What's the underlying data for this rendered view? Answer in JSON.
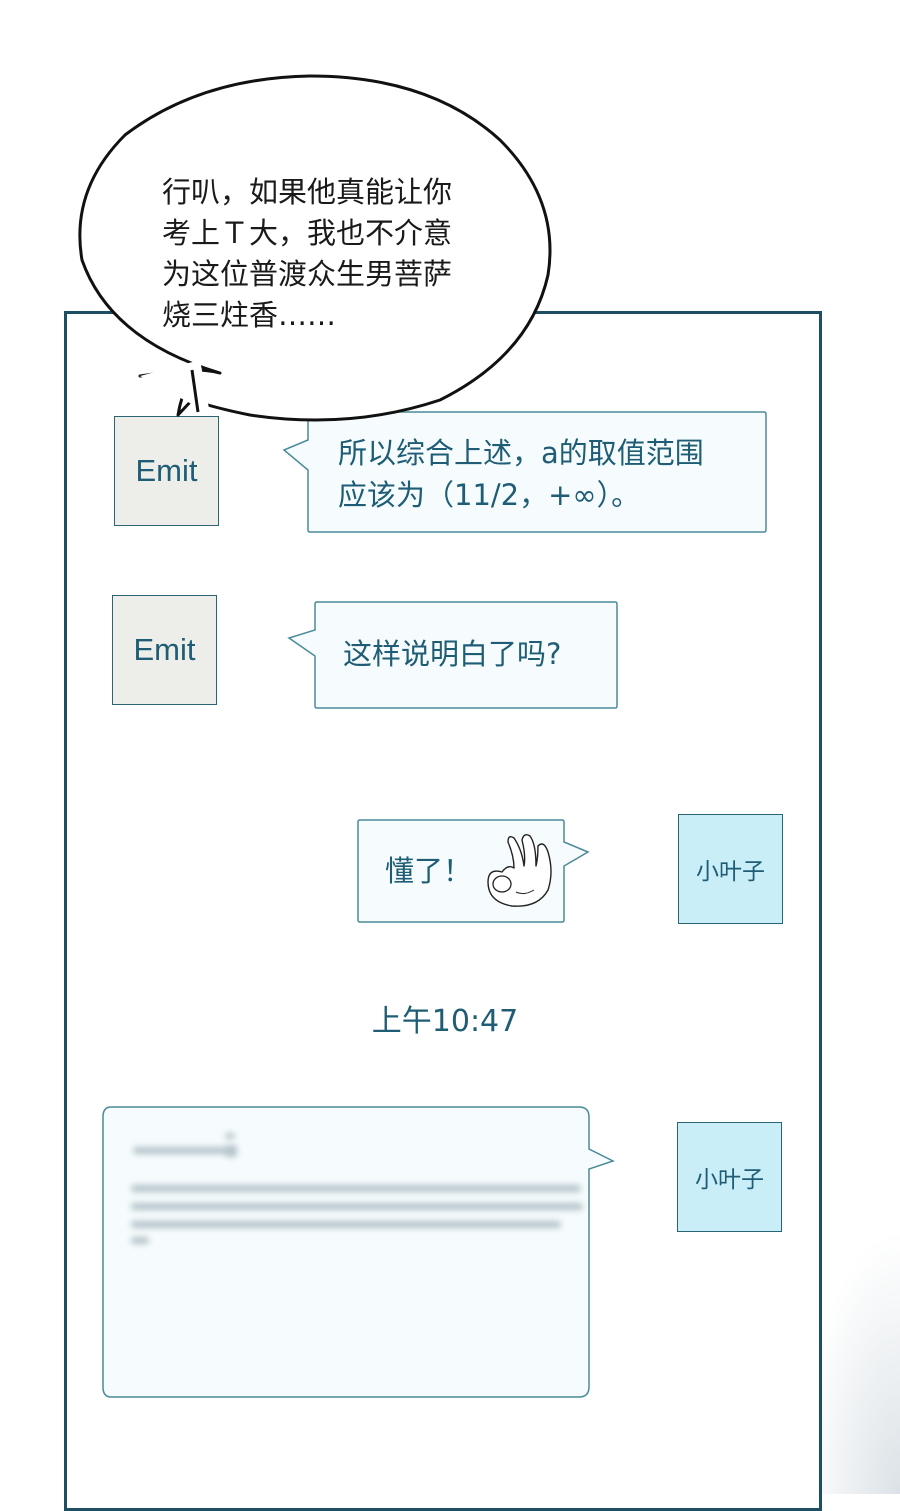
{
  "speech_bubble": {
    "lines": [
      "行叭，如果他真能让你",
      "考上Ｔ大，我也不介意",
      "为这位普渡众生男菩萨",
      "烧三炷香……"
    ]
  },
  "chat": {
    "messages": [
      {
        "sender": "Emit",
        "side": "left",
        "lines": [
          "所以综合上述，a的取值范围",
          "应该为（11/2，+∞）。"
        ]
      },
      {
        "sender": "Emit",
        "side": "left",
        "lines": [
          "这样说明白了吗?"
        ]
      },
      {
        "sender": "小叶子",
        "side": "right",
        "text": "懂了！",
        "icon": "ok-hand-icon"
      },
      {
        "sender": "小叶子",
        "side": "right",
        "type": "blurred-image-message"
      }
    ],
    "timestamp": "上午10:47"
  },
  "colors": {
    "frame": "#1d4f60",
    "text": "#1e5d75",
    "bubble_fill": "#f6fcfd",
    "bubble_border": "#4a8a99",
    "me_avatar_bg": "#c9eef8",
    "emit_avatar_bg": "#edeeea"
  }
}
